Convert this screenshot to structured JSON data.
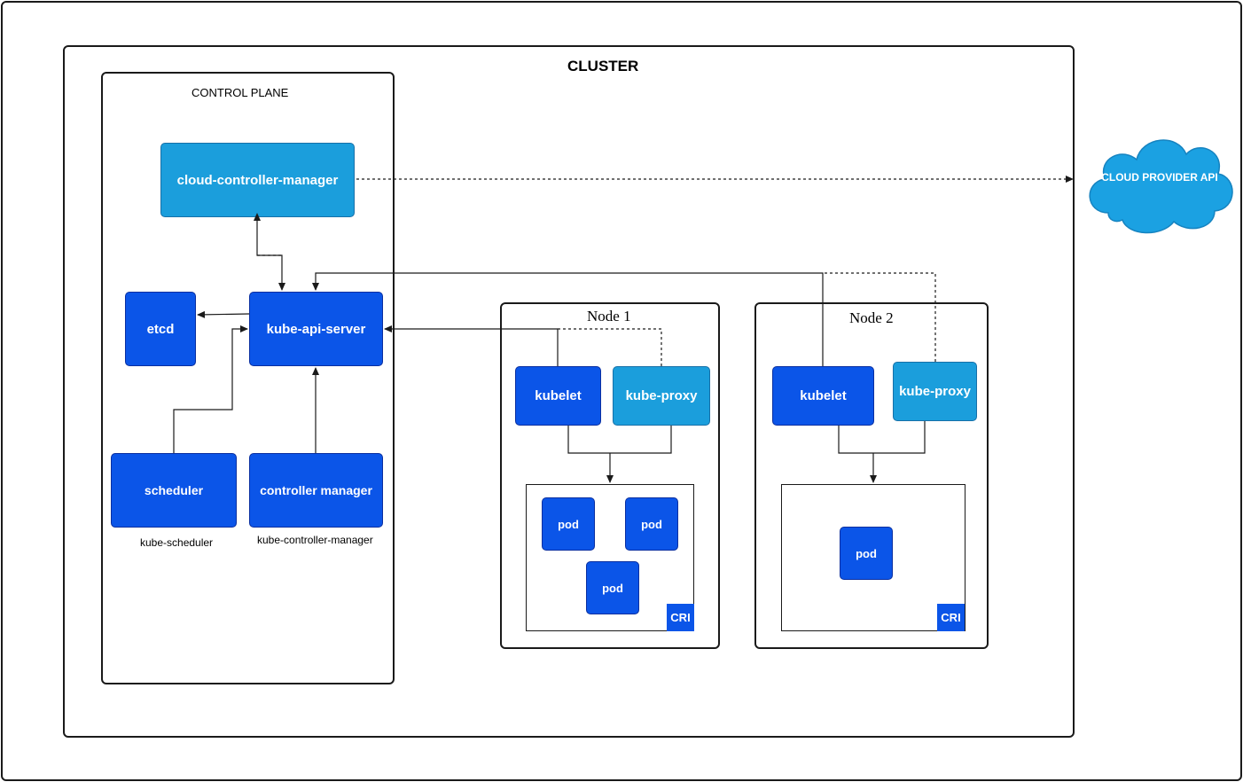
{
  "cluster": {
    "title": "CLUSTER"
  },
  "control_plane": {
    "title": "CONTROL PLANE",
    "cloud_controller_manager": "cloud-controller-manager",
    "kube_api_server": "kube-api-server",
    "etcd": "etcd",
    "scheduler": "scheduler",
    "scheduler_caption": "kube-scheduler",
    "controller_manager": "controller manager",
    "controller_manager_caption": "kube-controller-manager"
  },
  "cloud_provider": {
    "label": "CLOUD PROVIDER API"
  },
  "nodes": [
    {
      "title": "Node 1",
      "kubelet": "kubelet",
      "kube_proxy": "kube-proxy",
      "pods": [
        "pod",
        "pod",
        "pod"
      ],
      "runtime_badge": "CRI"
    },
    {
      "title": "Node 2",
      "kubelet": "kubelet",
      "kube_proxy": "kube-proxy",
      "pods": [
        "pod"
      ],
      "runtime_badge": "CRI"
    }
  ],
  "colors": {
    "dark_blue": "#0b55e8",
    "light_blue": "#1b9edc",
    "cloud_blue": "#1ba1e2",
    "line": "#1a1a1a"
  },
  "icons": {
    "cloud": "cloud-shape"
  }
}
